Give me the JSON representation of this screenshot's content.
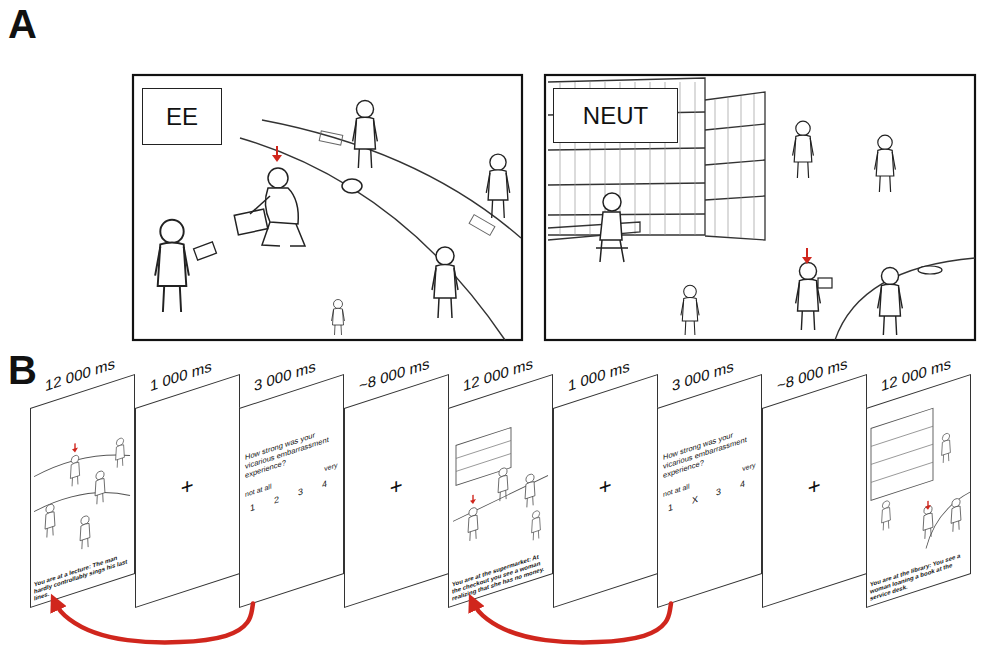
{
  "diagram": {
    "nodes": [
      {
        "text": [
          "EE"
        ]
      },
      {
        "text": [
          "NEUT"
        ]
      },
      {
        "text": [
          "12 000 ms",
          "You are at a lecture: The man hardly controllably sings his last lines."
        ]
      },
      {
        "text": [
          "1 000 ms",
          "+"
        ]
      },
      {
        "text": [
          "3 000 ms",
          "How strong was your vicarious embarrassment experience?",
          "not at all",
          "1",
          "2",
          "3",
          "4",
          "very"
        ]
      },
      {
        "text": [
          "~8 000 ms",
          "+"
        ]
      },
      {
        "text": [
          "12 000 ms",
          "You are at the supermarket: At the checkout you see a woman realizing that she has no money."
        ]
      },
      {
        "text": [
          "1 000 ms",
          "+"
        ]
      },
      {
        "text": [
          "3 000 ms",
          "How strong was your vicarious embarrassment experience?",
          "not at all",
          "1",
          "X",
          "3",
          "4",
          "very"
        ]
      },
      {
        "text": [
          "~8 000 ms",
          "+"
        ]
      },
      {
        "text": [
          "12 000 ms",
          "You are at the library: You see a woman loaning a book at the service desk."
        ]
      }
    ],
    "edges": [
      {
        "from": 4,
        "to": 2,
        "arrow": "to"
      },
      {
        "from": 8,
        "to": 6,
        "arrow": "to"
      }
    ],
    "labels": [
      "A",
      "B"
    ]
  }
}
